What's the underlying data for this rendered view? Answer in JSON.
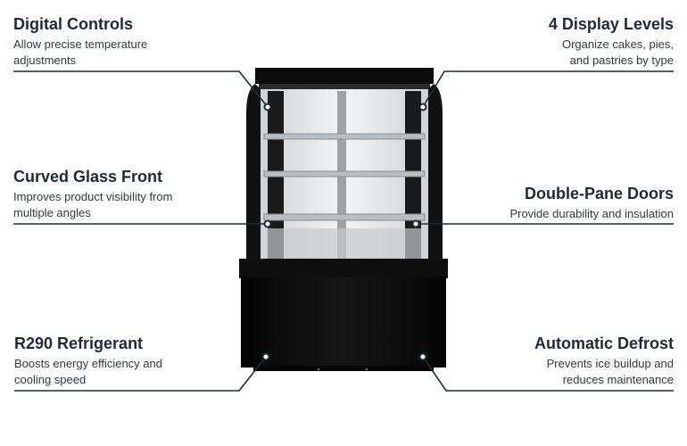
{
  "callouts": {
    "digital_controls": {
      "title": "Digital Controls",
      "description": "Allow precise temperature adjustments"
    },
    "display_levels": {
      "title": "4 Display Levels",
      "description": "Organize cakes, pies, and pastries by type"
    },
    "curved_glass": {
      "title": "Curved Glass Front",
      "description": "Improves product visibility from multiple angles"
    },
    "double_pane": {
      "title": "Double-Pane Doors",
      "description": "Provide durability and insulation"
    },
    "refrigerant": {
      "title": "R290 Refrigerant",
      "description": "Boosts energy efficiency and cooling speed"
    },
    "defrost": {
      "title": "Automatic Defrost",
      "description": "Prevents ice buildup and reduces maintenance"
    }
  },
  "colors": {
    "text": "#1e2b36",
    "line": "#1e2b36",
    "cabinet": "#0c0c0c",
    "glass": "#dfe2e4"
  },
  "product_image": {
    "icon": "bakery-display-case-icon"
  }
}
